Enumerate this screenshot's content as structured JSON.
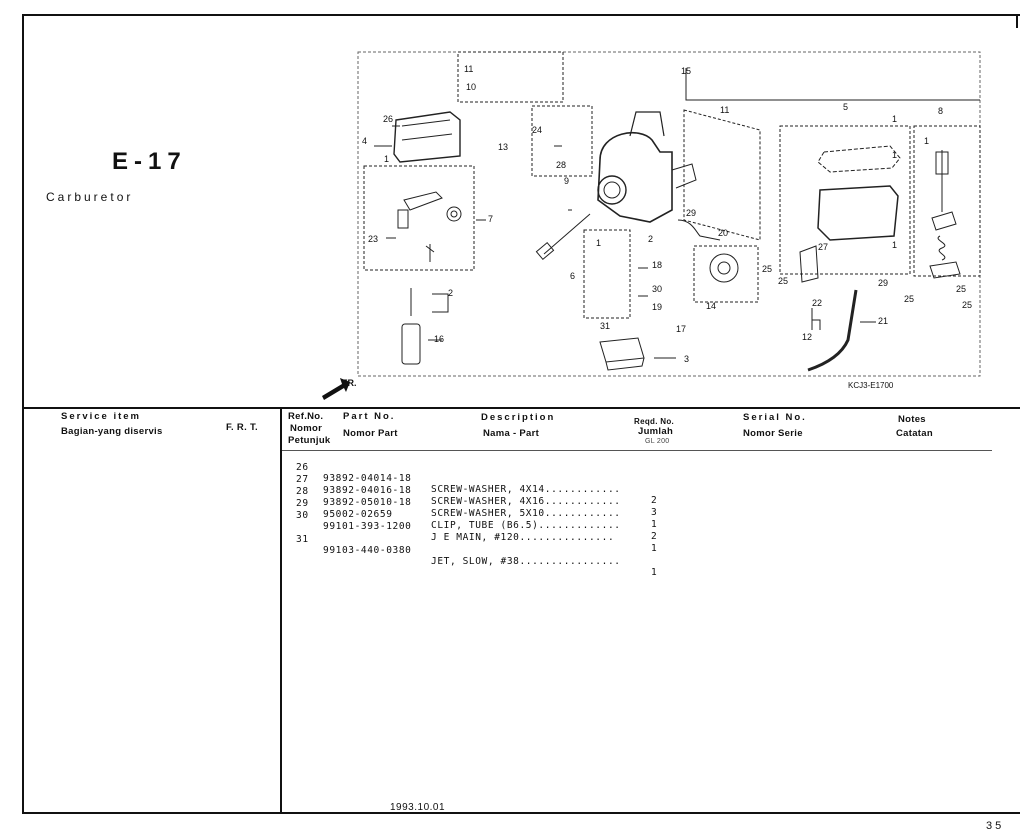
{
  "page": {
    "code": "E-17",
    "title": "Carburetor",
    "date": "1993.10.01",
    "page_number": "35"
  },
  "diagram": {
    "drawing_code": "KCJ3-E1700",
    "direction_label": "FR."
  },
  "table": {
    "headers": {
      "service_item": "Service   item",
      "service_item_id": "Bagian-yang diservis",
      "frt": "F. R. T.",
      "ref_no": "Ref.No.",
      "ref_no_id_1": "Nomor",
      "ref_no_id_2": "Petunjuk",
      "part_no": "Part  No.",
      "part_no_id": "Nomor Part",
      "description": "Description",
      "description_id": "Nama - Part",
      "reqd_no": "Reqd. No.",
      "reqd_no_id": "Jumlah",
      "reqd_sub": "GL 200",
      "serial_no": "Serial  No.",
      "serial_no_id": "Nomor Serie",
      "notes": "Notes",
      "notes_id": "Catatan"
    },
    "rows": [
      {
        "ref": "26",
        "part": "93892-04014-18",
        "desc": "SCREW-WASHER, 4X14............",
        "qty": "2"
      },
      {
        "ref": "27",
        "part": "93892-04016-18",
        "desc": "SCREW-WASHER, 4X16............",
        "qty": "3"
      },
      {
        "ref": "28",
        "part": "93892-05010-18",
        "desc": "SCREW-WASHER, 5X10............",
        "qty": "1"
      },
      {
        "ref": "29",
        "part": "95002-02659",
        "desc": "CLIP, TUBE (B6.5).............",
        "qty": "2"
      },
      {
        "ref": "30",
        "part": "99101-393-1200",
        "desc": "J E MAIN, #120...............",
        "qty": "1"
      },
      {
        "ref": "31",
        "part": "99103-440-0380",
        "desc": "JET, SLOW, #38................",
        "qty": "1"
      }
    ]
  },
  "callouts": [
    "1",
    "2",
    "3",
    "4",
    "5",
    "6",
    "7",
    "8",
    "9",
    "10",
    "11",
    "12",
    "13",
    "14",
    "15",
    "16",
    "17",
    "18",
    "19",
    "20",
    "21",
    "22",
    "23",
    "24",
    "25",
    "26",
    "27",
    "28",
    "29",
    "30",
    "31"
  ]
}
